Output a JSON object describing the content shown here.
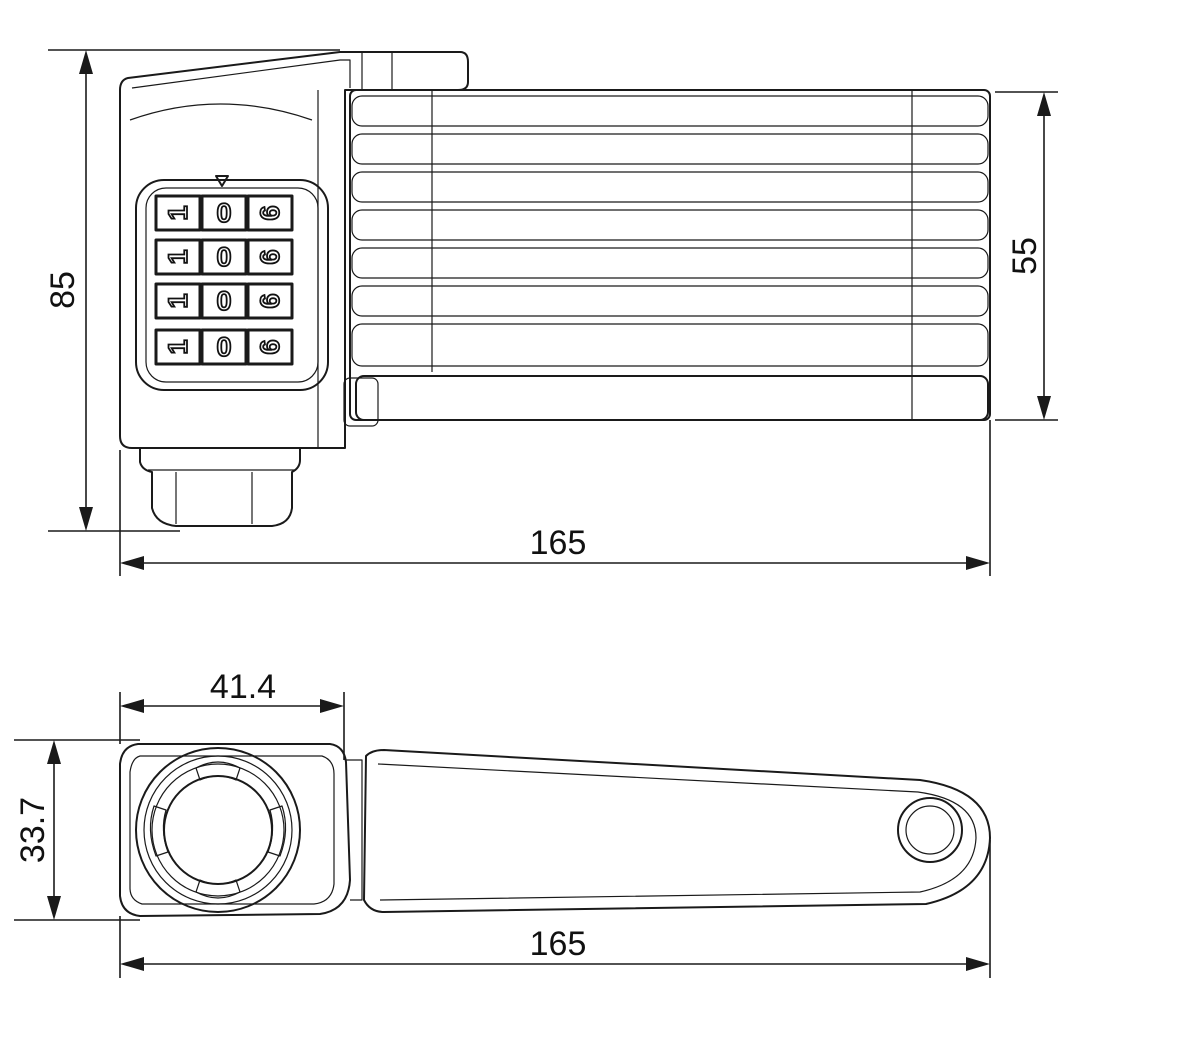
{
  "dimensions": {
    "top_view_height": "85",
    "top_view_width": "165",
    "body_height": "55",
    "side_view_head_width": "41.4",
    "side_view_height": "33.7",
    "side_view_width": "165"
  },
  "dials": [
    [
      "1",
      "0",
      "6"
    ],
    [
      "1",
      "0",
      "6"
    ],
    [
      "1",
      "0",
      "6"
    ],
    [
      "1",
      "0",
      "6"
    ]
  ]
}
